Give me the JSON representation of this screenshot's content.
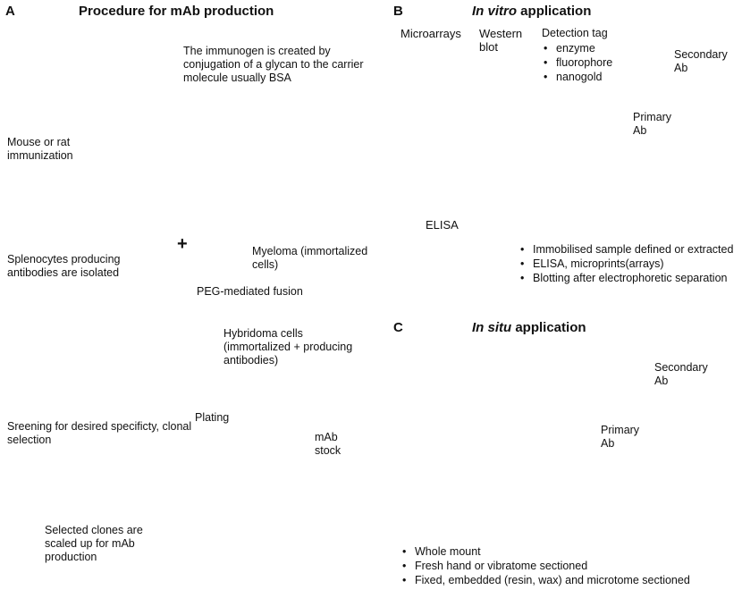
{
  "panelA": {
    "letter": "A",
    "title": "Procedure for mAb production",
    "immunogen_text": "The immunogen is created by conjugation of a glycan to the carrier molecule usually BSA",
    "mouse_label": "Mouse or rat immunization",
    "splenocytes_label": "Splenocytes producing antibodies are isolated",
    "plus": "+",
    "myeloma_label": "Myeloma (immortalized cells)",
    "peg_label": "PEG-mediated fusion",
    "hybridoma_label": "Hybridoma cells (immortalized + producing antibodies)",
    "plating_label": "Plating",
    "screening_label": "Sreening for desired specificty, clonal selection",
    "mab_stock_label": "mAb stock",
    "selected_label": "Selected clones are scaled up for mAb production"
  },
  "panelB": {
    "letter": "B",
    "title_italic": "In vitro",
    "title_rest": " application",
    "microarrays_label": "Microarrays",
    "western_label": "Western blot",
    "detection_title": "Detection tag",
    "detection_items": [
      "enzyme",
      "fluorophore",
      "nanogold"
    ],
    "secondary_ab": "Secondary Ab",
    "primary_ab": "Primary Ab",
    "elisa_label": "ELISA",
    "bullets": [
      "Immobilised sample defined or extracted",
      "ELISA, microprints(arrays)",
      "Blotting after electrophoretic separation"
    ]
  },
  "panelC": {
    "letter": "C",
    "title_italic": "In situ",
    "title_rest": " application",
    "secondary_ab": "Secondary Ab",
    "primary_ab": "Primary Ab",
    "bullets": [
      "Whole mount",
      "Fresh hand or vibratome sectioned",
      "Fixed, embedded (resin, wax) and microtome sectioned"
    ]
  }
}
